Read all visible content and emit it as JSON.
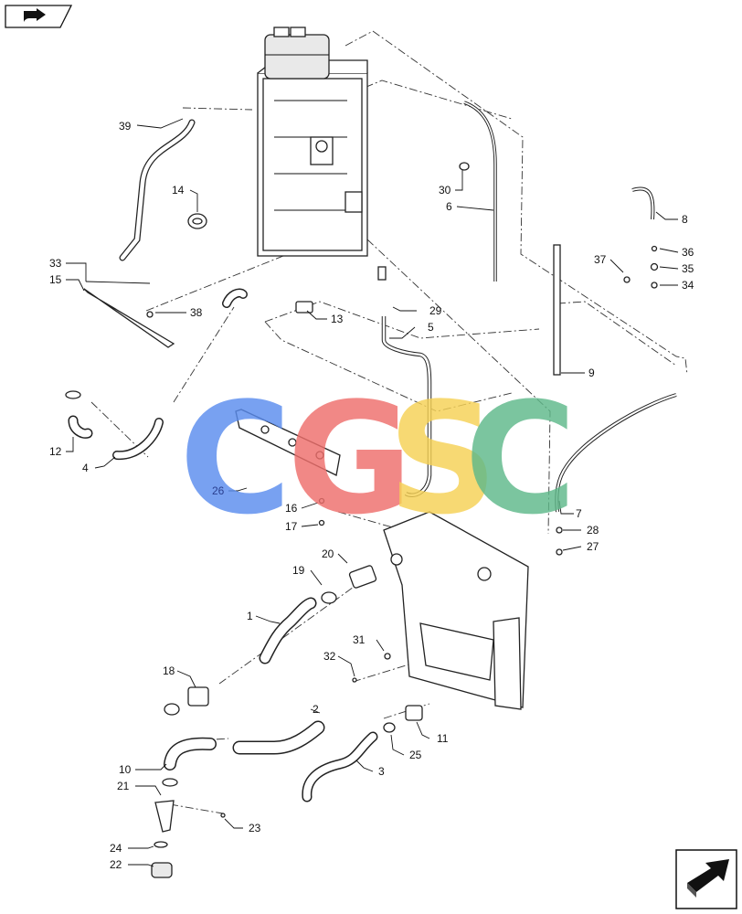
{
  "callouts": [
    {
      "id": "39",
      "label": "39"
    },
    {
      "id": "14",
      "label": "14"
    },
    {
      "id": "33",
      "label": "33"
    },
    {
      "id": "15",
      "label": "15"
    },
    {
      "id": "38",
      "label": "38"
    },
    {
      "id": "13",
      "label": "13"
    },
    {
      "id": "29",
      "label": "29"
    },
    {
      "id": "5",
      "label": "5"
    },
    {
      "id": "30",
      "label": "30"
    },
    {
      "id": "6",
      "label": "6"
    },
    {
      "id": "8",
      "label": "8"
    },
    {
      "id": "36",
      "label": "36"
    },
    {
      "id": "37",
      "label": "37"
    },
    {
      "id": "35",
      "label": "35"
    },
    {
      "id": "34",
      "label": "34"
    },
    {
      "id": "9",
      "label": "9"
    },
    {
      "id": "12",
      "label": "12"
    },
    {
      "id": "4",
      "label": "4"
    },
    {
      "id": "26",
      "label": "26"
    },
    {
      "id": "16",
      "label": "16"
    },
    {
      "id": "17",
      "label": "17"
    },
    {
      "id": "7",
      "label": "7"
    },
    {
      "id": "28",
      "label": "28"
    },
    {
      "id": "27",
      "label": "27"
    },
    {
      "id": "20",
      "label": "20"
    },
    {
      "id": "19",
      "label": "19"
    },
    {
      "id": "1",
      "label": "1"
    },
    {
      "id": "31",
      "label": "31"
    },
    {
      "id": "32",
      "label": "32"
    },
    {
      "id": "18",
      "label": "18"
    },
    {
      "id": "2",
      "label": "2"
    },
    {
      "id": "11",
      "label": "11"
    },
    {
      "id": "25",
      "label": "25"
    },
    {
      "id": "10",
      "label": "10"
    },
    {
      "id": "3",
      "label": "3"
    },
    {
      "id": "21",
      "label": "21"
    },
    {
      "id": "23",
      "label": "23"
    },
    {
      "id": "24",
      "label": "24"
    },
    {
      "id": "22",
      "label": "22"
    }
  ],
  "watermark": {
    "letters": [
      "C",
      "G",
      "S",
      "C"
    ],
    "colors": [
      "#5b8def",
      "#ef6f6c",
      "#f6d155",
      "#5fb98a"
    ]
  },
  "nav": {
    "back_icon": "back-arrow-icon",
    "forward_icon": "forward-arrow-icon"
  }
}
